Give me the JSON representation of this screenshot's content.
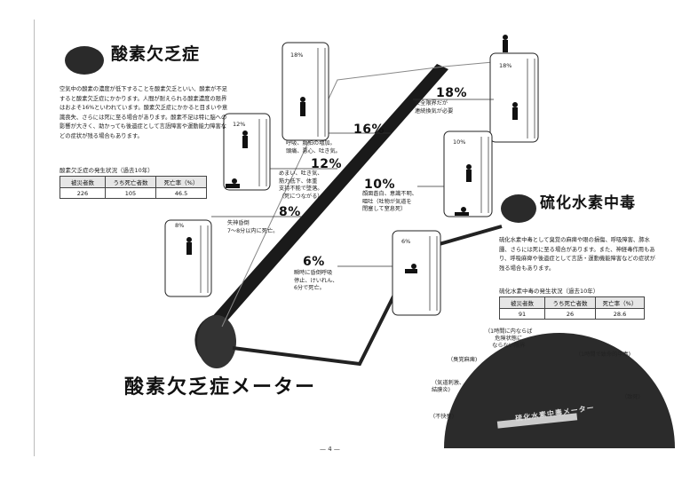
{
  "oxygen": {
    "title": "酸素欠乏症",
    "paragraph": "空気中の酸素の濃度が低下することを酸素欠乏といい、酸素が不足すると酸素欠乏症にかかります。人間が耐えられる酸素濃度の限界はおよそ16%といわれています。酸素欠乏症にかかると目まいや意識喪失、さらには死に至る場合があります。酸素不足は特に脳への影響が大きく、助かっても後遺症として言語障害や運動能力障害などの症状が残る場合もあります。",
    "stats_caption": "酸素欠乏症の発生状況（過去10年）",
    "stats_headers": [
      "被災者数",
      "うち死亡者数",
      "死亡率（%）"
    ],
    "stats_values": [
      "226",
      "105",
      "46.5"
    ],
    "meter_title": "酸素欠乏症メーター"
  },
  "h2s": {
    "title": "硫化水素中毒",
    "paragraph": "硫化水素中毒として臭覚の麻痺や眼の損傷、呼吸障害、肺水腫、さらには死に至る場合があります。また、神経毒作用もあり、呼吸麻痺や後遺症として言語・運動機能障害などの症状が残る場合もあります。",
    "stats_caption": "硫化水素中毒の発生状況（過去10年）",
    "stats_headers": [
      "被災者数",
      "うち死亡者数",
      "死亡率（%）"
    ],
    "stats_values": [
      "91",
      "26",
      "28.6"
    ]
  },
  "levels": [
    {
      "pct": "18%",
      "tank": "18%",
      "note": "安全限界だが\n連続換気が必要"
    },
    {
      "pct": "16%",
      "tank": "18%",
      "note": "呼吸、脈拍の増加。\n頭痛、悪心、吐き気。"
    },
    {
      "pct": "12%",
      "tank": "12%",
      "note": "めまい、吐き気、\n筋力低下、体重\n支持不能で墜落。\n（死につながる）"
    },
    {
      "pct": "10%",
      "tank": "10%",
      "note": "顔面蒼白、意識不明、\n嘔吐（吐物が気道を\n閉塞して窒息死）"
    },
    {
      "pct": "8%",
      "tank": "8%",
      "note": "失神昏倒\n7〜8分以内に死亡。"
    },
    {
      "pct": "6%",
      "tank": "6%",
      "note": "瞬時に昏倒呼吸\n停止、けいれん、\n6分で死亡。"
    }
  ],
  "dial": {
    "labels": [
      "（1時間に内ならば\n危険状態に\nならない限界",
      "（1時間で致命的中毒)",
      "（臭覚麻痺)",
      "（気道刺激、\n結膜炎)",
      "（致死)",
      "（不快臭)"
    ],
    "face_text": "硫化水素中毒メーター"
  },
  "page_number": "— 4 —"
}
